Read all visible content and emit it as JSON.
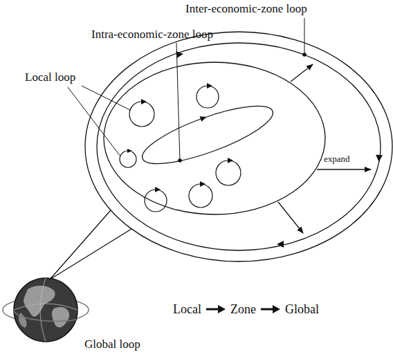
{
  "diagram": {
    "labels": [
      "Inter-economic-zone loop",
      "Intra-economic-zone loop",
      "Local loop",
      "expand",
      "Local",
      "Zone",
      "Global",
      "Global loop"
    ]
  }
}
